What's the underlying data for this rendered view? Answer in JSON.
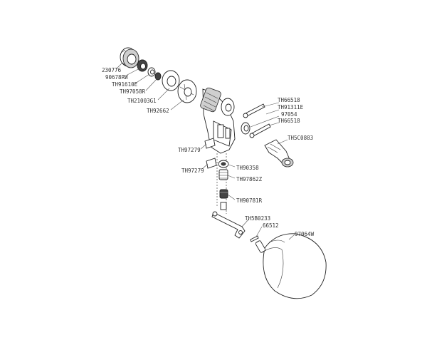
{
  "labels": {
    "p230776": "230776",
    "p90678rw": "90678RW",
    "pth91610e": "TH91610E",
    "pth97058r": "TH97058R",
    "pth21003g1": "TH21003G1",
    "pth92662": "TH92662",
    "pth66518a": "TH66518",
    "pth91311e": "TH91311E",
    "p97054": "97054",
    "pth66518b": "TH66518",
    "pth5c0883": "TH5C0883",
    "pth97279a": "TH97279",
    "pth97279b": "TH97279",
    "pth90358": "TH90358",
    "pth97862z": "TH97862Z",
    "pth90781r": "TH90781R",
    "pth5b0233": "TH5B0233",
    "p66512": "66512",
    "p97064w": "97064W"
  }
}
